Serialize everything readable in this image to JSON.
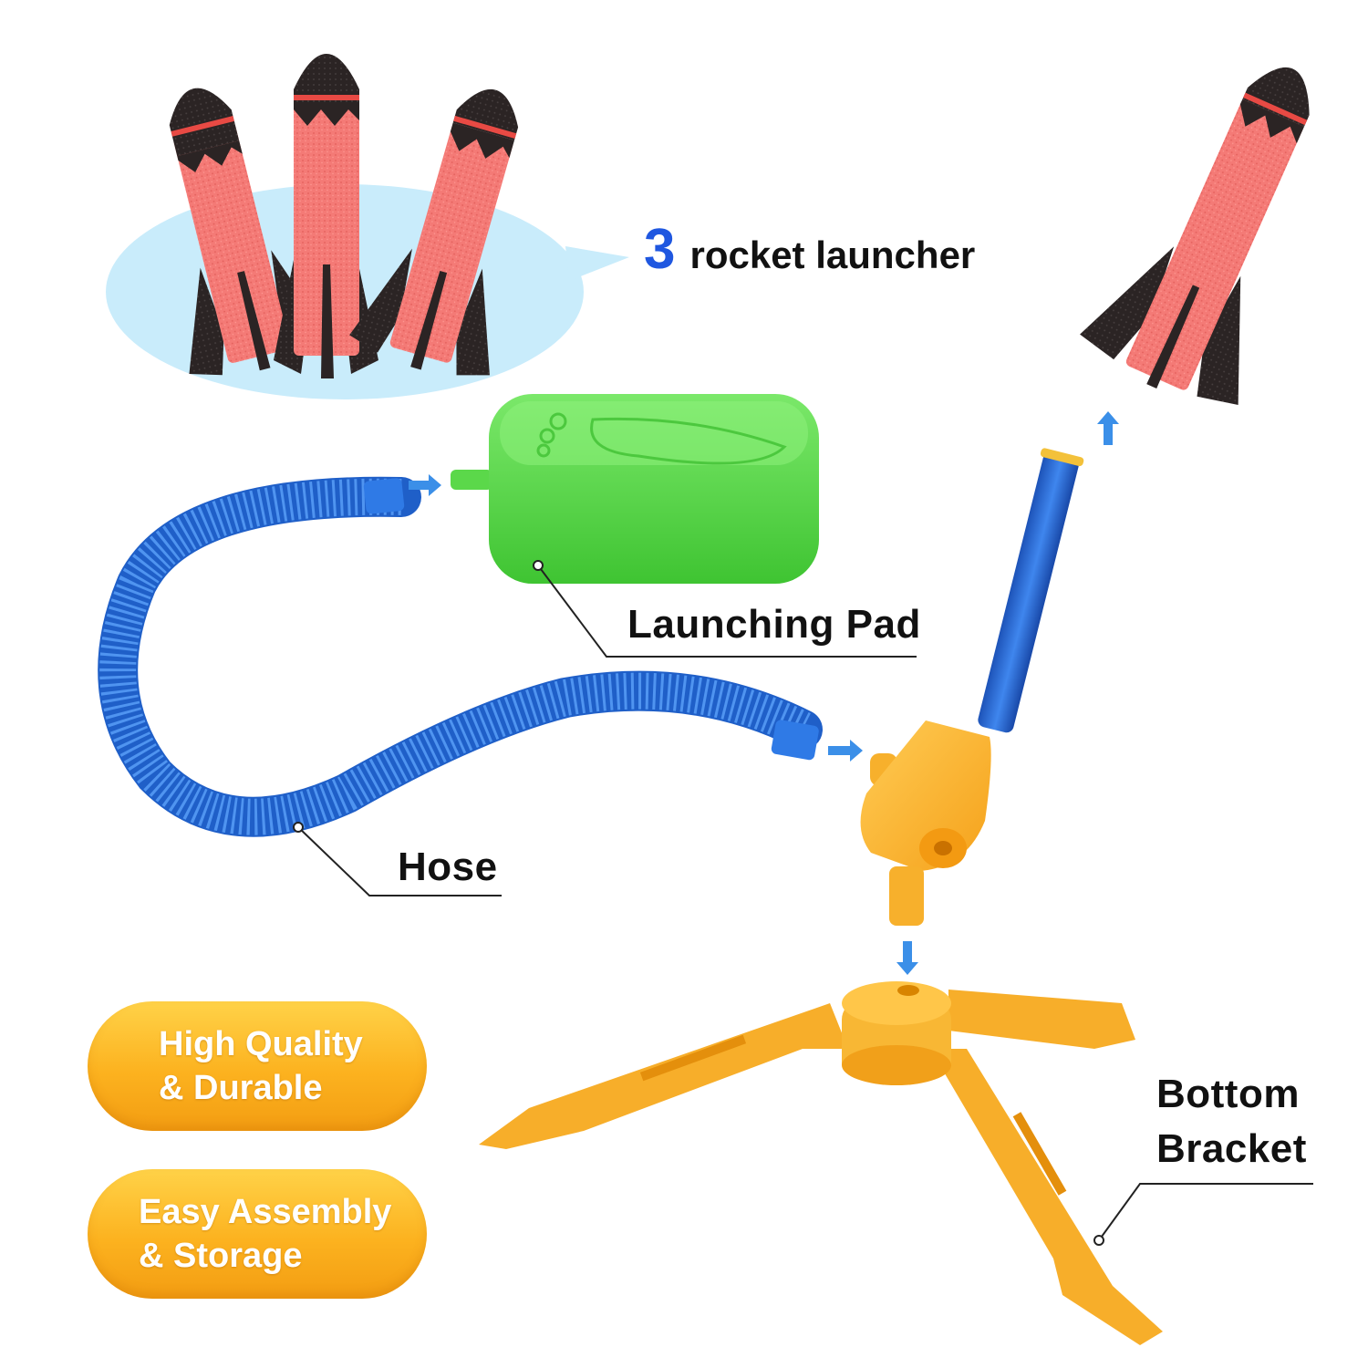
{
  "headline": {
    "number": "3",
    "text": "rocket launcher"
  },
  "labels": {
    "launching_pad": "Launching Pad",
    "hose": "Hose",
    "bottom_bracket_line1": "Bottom",
    "bottom_bracket_line2": "Bracket"
  },
  "badges": [
    {
      "line1": "High Quality",
      "line2": "& Durable"
    },
    {
      "line1": "Easy Assembly",
      "line2": "& Storage"
    }
  ],
  "colors": {
    "accent_blue": "#1f57e0",
    "rocket_red": "#f47a76",
    "rocket_black": "#2b2222",
    "hose_blue": "#2a6fd8",
    "pad_green": "#5bd84a",
    "launcher_orange": "#fbb52b",
    "badge_orange": "#fcb21f",
    "bubble": "#c9ecfb"
  }
}
